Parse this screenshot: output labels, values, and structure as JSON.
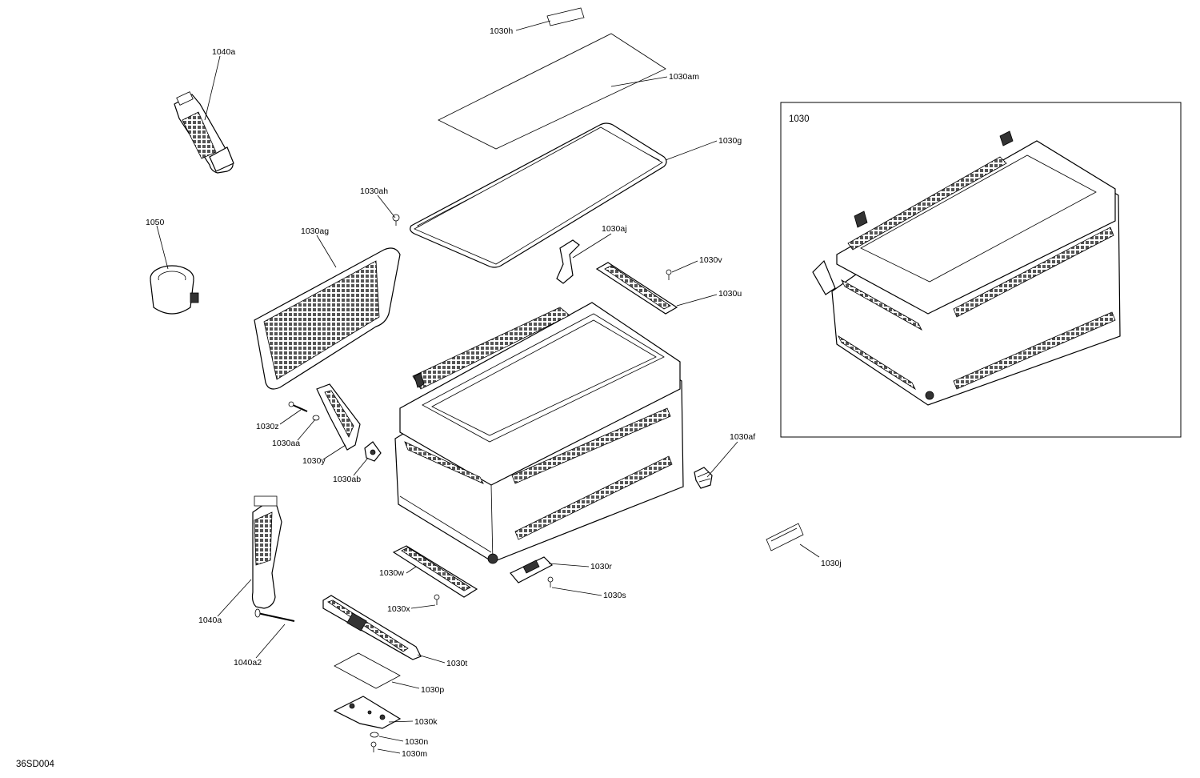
{
  "diagram_id": "36SD004",
  "inset": {
    "label": "1030"
  },
  "parts": {
    "p1030h": "1030h",
    "p1030am": "1030am",
    "p1030g": "1030g",
    "p1040a_top": "1040a",
    "p1030ah": "1030ah",
    "p1050": "1050",
    "p1030ag": "1030ag",
    "p1030aj": "1030aj",
    "p1030v": "1030v",
    "p1030u": "1030u",
    "p1030z": "1030z",
    "p1030aa": "1030aa",
    "p1030y": "1030y",
    "p1030ab": "1030ab",
    "p1030af": "1030af",
    "p1030j": "1030j",
    "p1030w": "1030w",
    "p1030r": "1030r",
    "p1030s": "1030s",
    "p1030x": "1030x",
    "p1040a_bottom": "1040a",
    "p1040a2": "1040a2",
    "p1030t": "1030t",
    "p1030p": "1030p",
    "p1030k": "1030k",
    "p1030n": "1030n",
    "p1030m": "1030m"
  }
}
